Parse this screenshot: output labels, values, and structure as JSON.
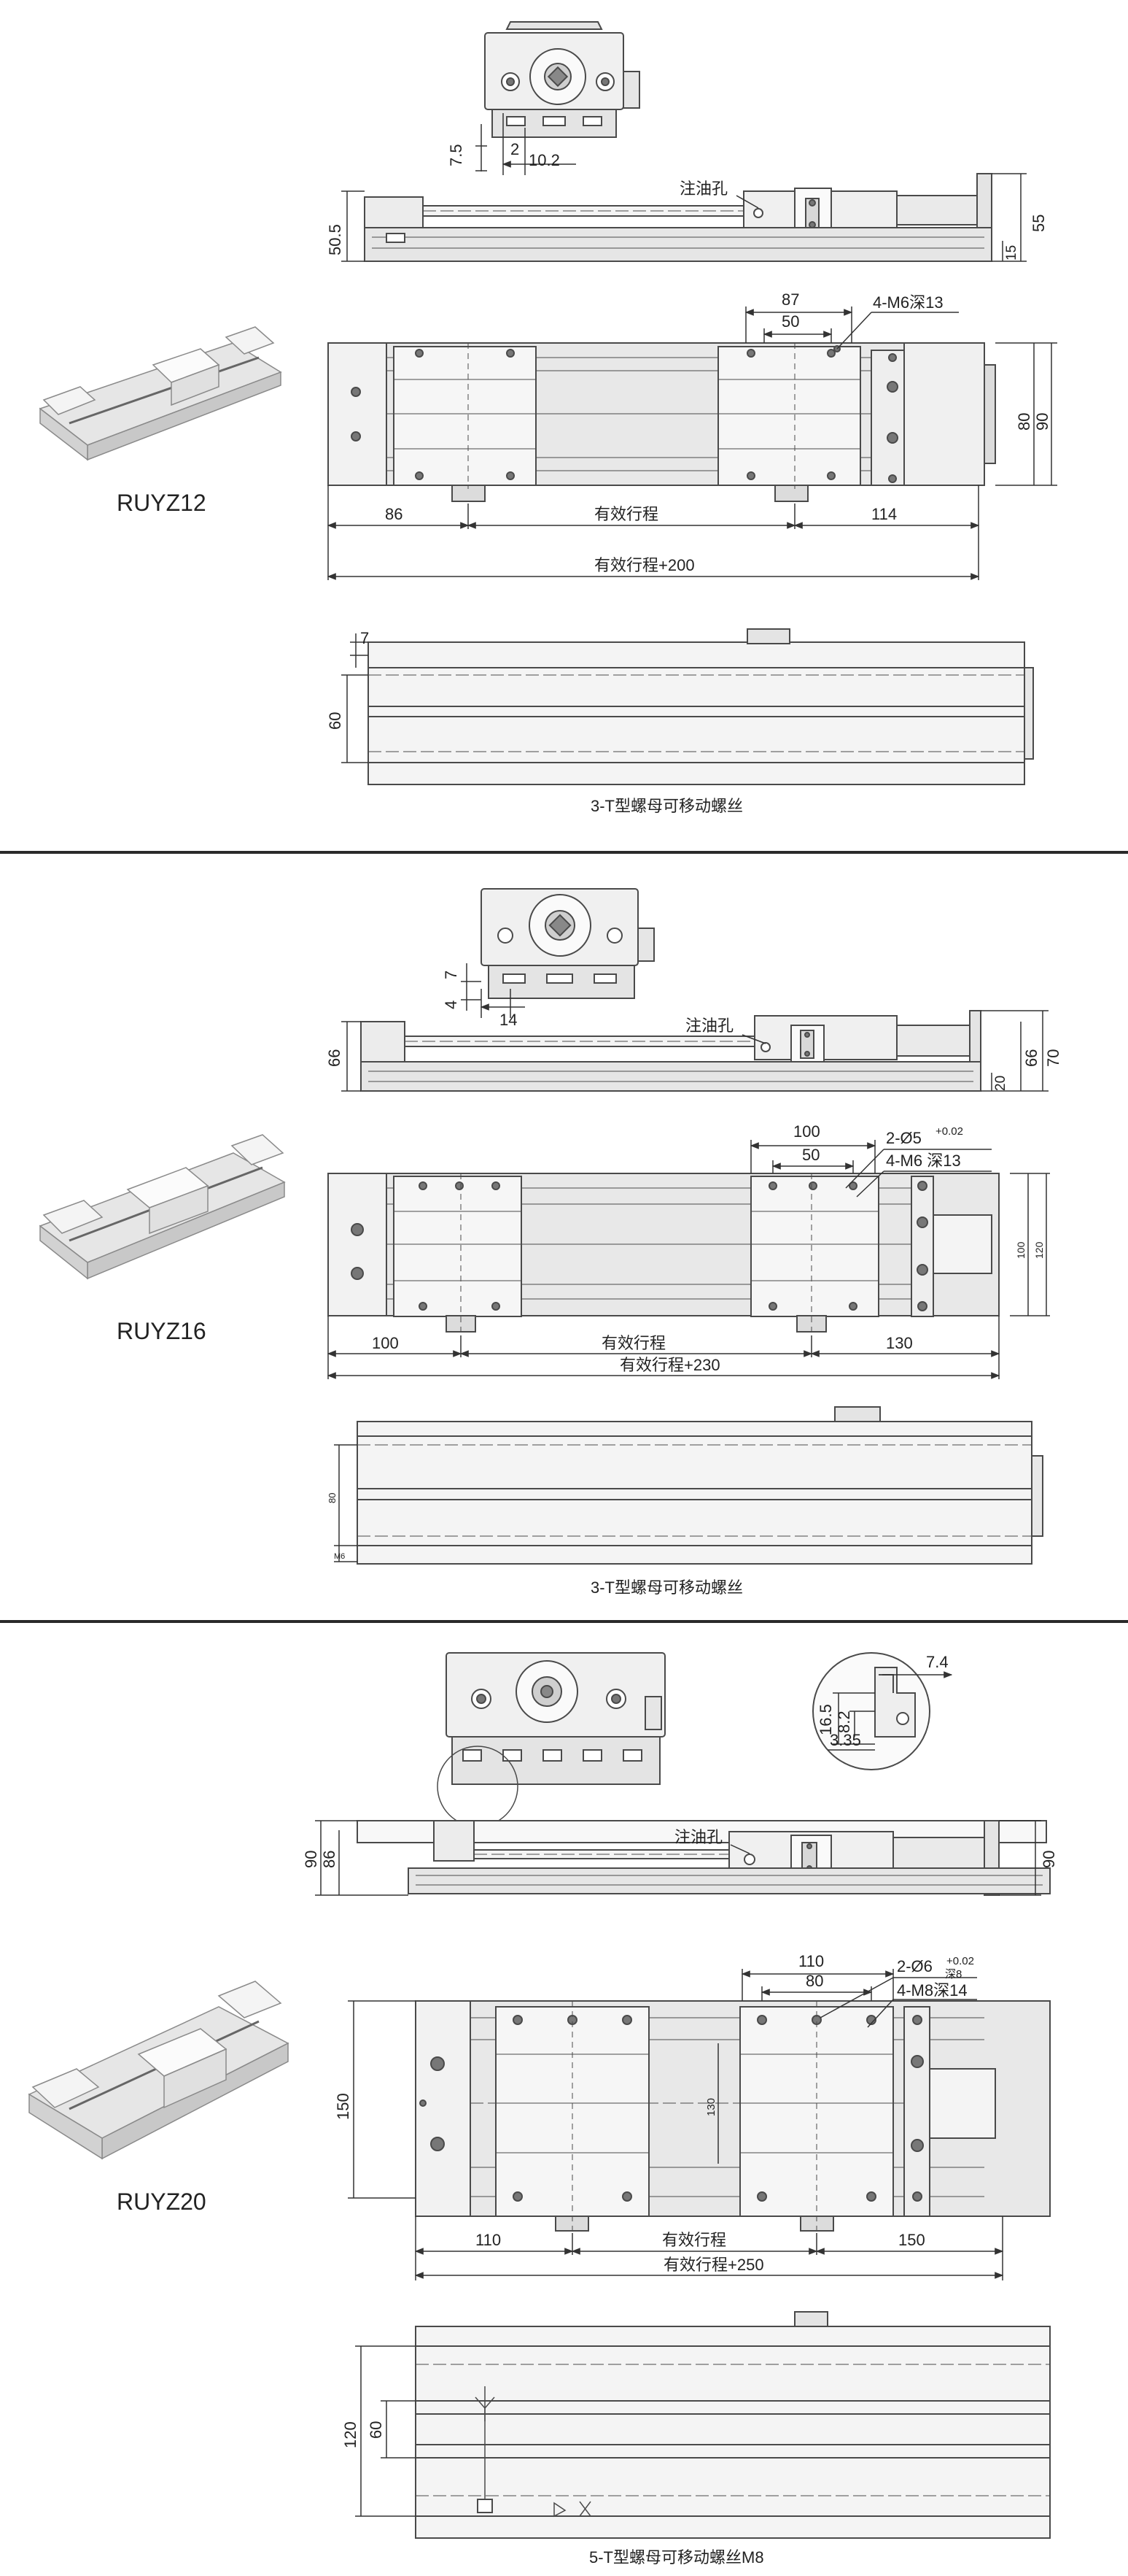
{
  "colors": {
    "line": "#4a4a4a",
    "fill_light": "#f0f0f0",
    "fill_mid": "#dcdcdc",
    "fill_dark": "#9a9a9a",
    "divider": "#2a2a2a"
  },
  "sections": [
    {
      "model": "RUYZ12",
      "end_dims": [
        "7.5",
        "2",
        "10.2"
      ],
      "oil_hole": "注油孔",
      "side_dims": {
        "left": "50.5",
        "right_small": "15",
        "right": "55"
      },
      "top_dims": {
        "pitch_outer": "87",
        "pitch_inner": "50",
        "thread": "4-M6深13",
        "right_inner": "80",
        "right_outer": "90",
        "left_end": "86",
        "stroke": "有效行程",
        "right_end": "114",
        "total": "有效行程+200"
      },
      "bottom_dims": {
        "top": "7",
        "height": "60"
      },
      "caption": "3-T型螺母可移动螺丝"
    },
    {
      "model": "RUYZ16",
      "end_dims": [
        "7",
        "4",
        "14"
      ],
      "oil_hole": "注油孔",
      "side_dims": {
        "left": "66",
        "right_small": "20",
        "right": "66",
        "right_outer": "70"
      },
      "top_dims": {
        "pitch_outer": "100",
        "pitch_inner": "50",
        "pin": "2-Ø5",
        "tol": "+0.02",
        "thread": "4-M6 深13",
        "right_inner": "100",
        "right_outer": "120",
        "left_end": "100",
        "stroke": "有效行程",
        "right_end": "130",
        "total": "有效行程+230"
      },
      "bottom_dims": {
        "height": "80",
        "bottom": "M6"
      },
      "caption": "3-T型螺母可移动螺丝"
    },
    {
      "model": "RUYZ20",
      "detail_dims": {
        "top": "7.4",
        "v_outer": "16.5",
        "v_inner": "8.2",
        "bottom": "3.35"
      },
      "oil_hole": "注油孔",
      "side_dims": {
        "left_outer": "90",
        "left_inner": "86",
        "right": "90"
      },
      "top_dims": {
        "pitch_outer": "110",
        "pitch_inner": "80",
        "pin": "2-Ø6",
        "pin_depth": "深8",
        "tol": "+0.02",
        "thread": "4-M8深14",
        "inner": "130",
        "height": "150",
        "left_end": "110",
        "stroke": "有效行程",
        "right_end": "150",
        "total": "有效行程+250"
      },
      "bottom_dims": {
        "outer": "120",
        "inner": "60"
      },
      "caption": "5-T型螺母可移动螺丝M8"
    }
  ]
}
